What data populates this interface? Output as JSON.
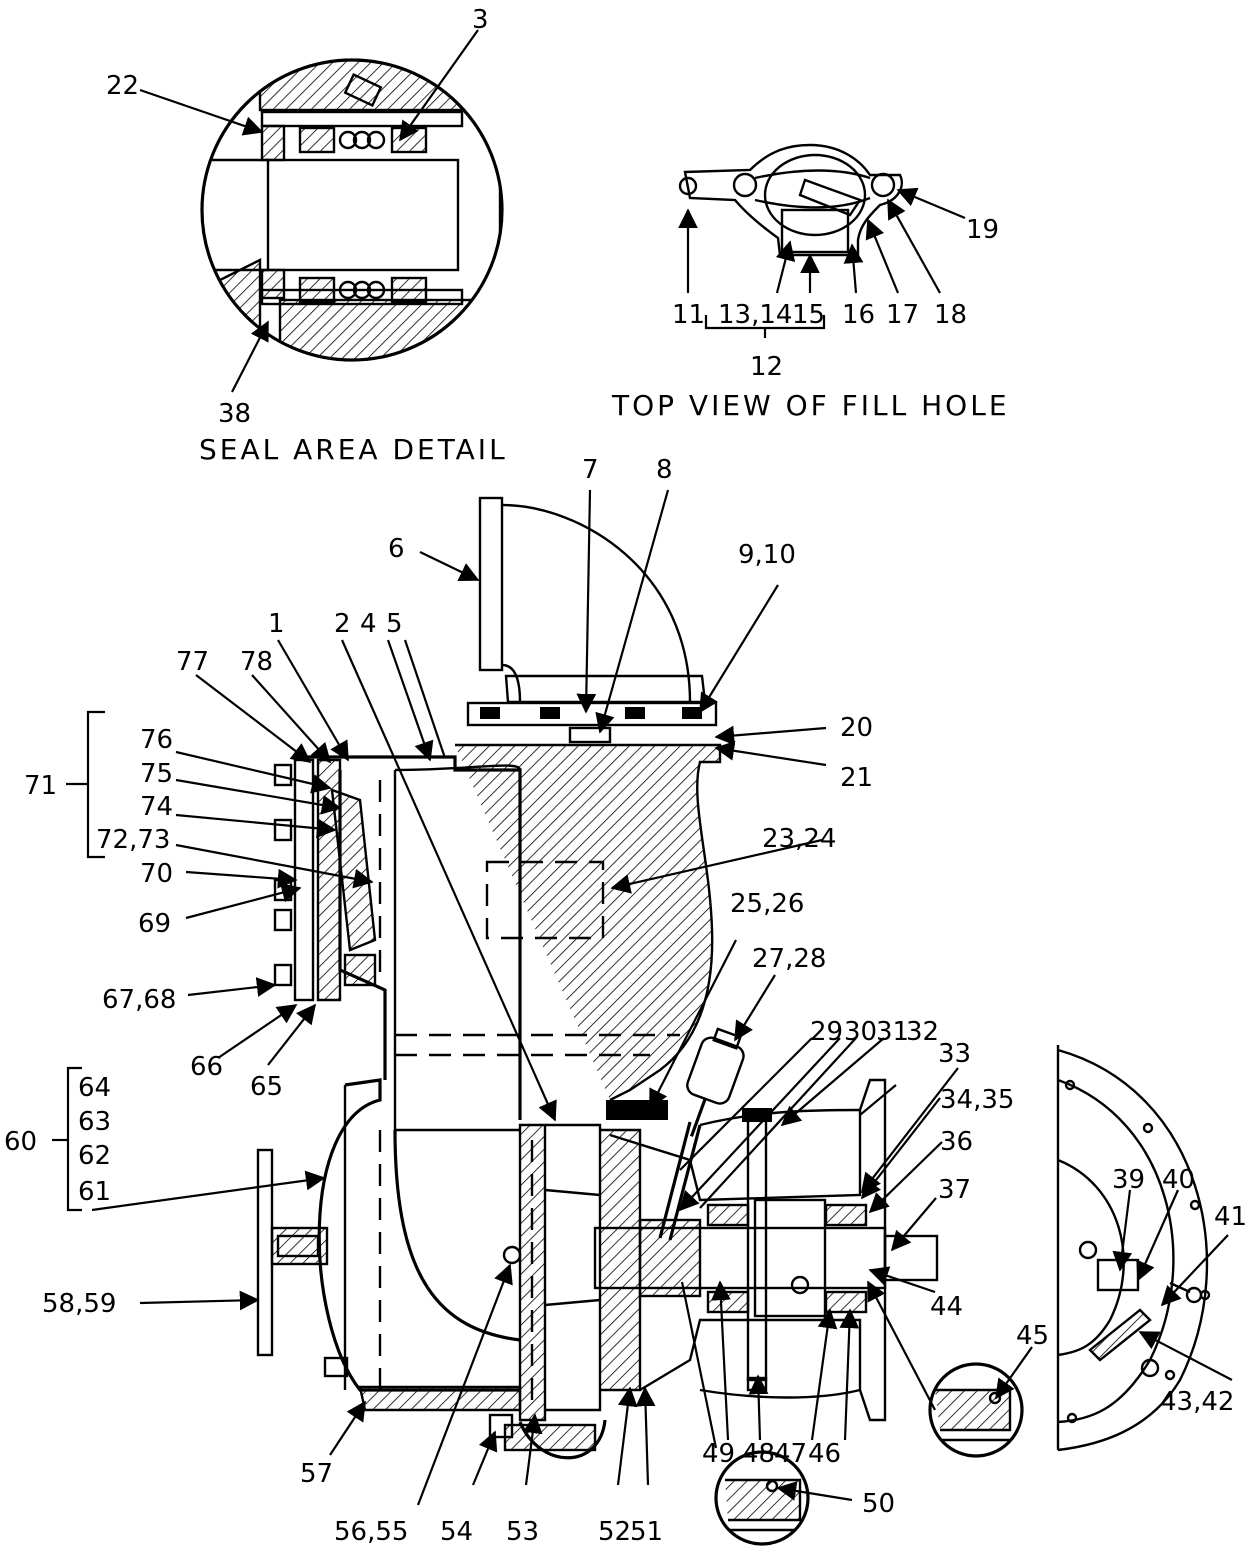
{
  "titles": {
    "seal_detail": "SEAL AREA DETAIL",
    "fill_hole": "TOP VIEW OF FILL HOLE"
  },
  "callouts": [
    "3",
    "22",
    "38",
    "19",
    "11",
    "13,14",
    "15",
    "16",
    "17",
    "18",
    "12",
    "6",
    "7",
    "8",
    "9,10",
    "1",
    "2",
    "4",
    "5",
    "77",
    "78",
    "20",
    "21",
    "71",
    "76",
    "75",
    "74",
    "72,73",
    "70",
    "69",
    "67,68",
    "66",
    "65",
    "23,24",
    "25,26",
    "27,28",
    "29",
    "30",
    "31",
    "32",
    "33",
    "34,35",
    "36",
    "37",
    "60",
    "64",
    "63",
    "62",
    "61",
    "58,59",
    "39",
    "40",
    "41",
    "44",
    "45",
    "49",
    "48",
    "47",
    "46",
    "43,42",
    "57",
    "56,55",
    "54",
    "53",
    "52",
    "51",
    "50"
  ]
}
